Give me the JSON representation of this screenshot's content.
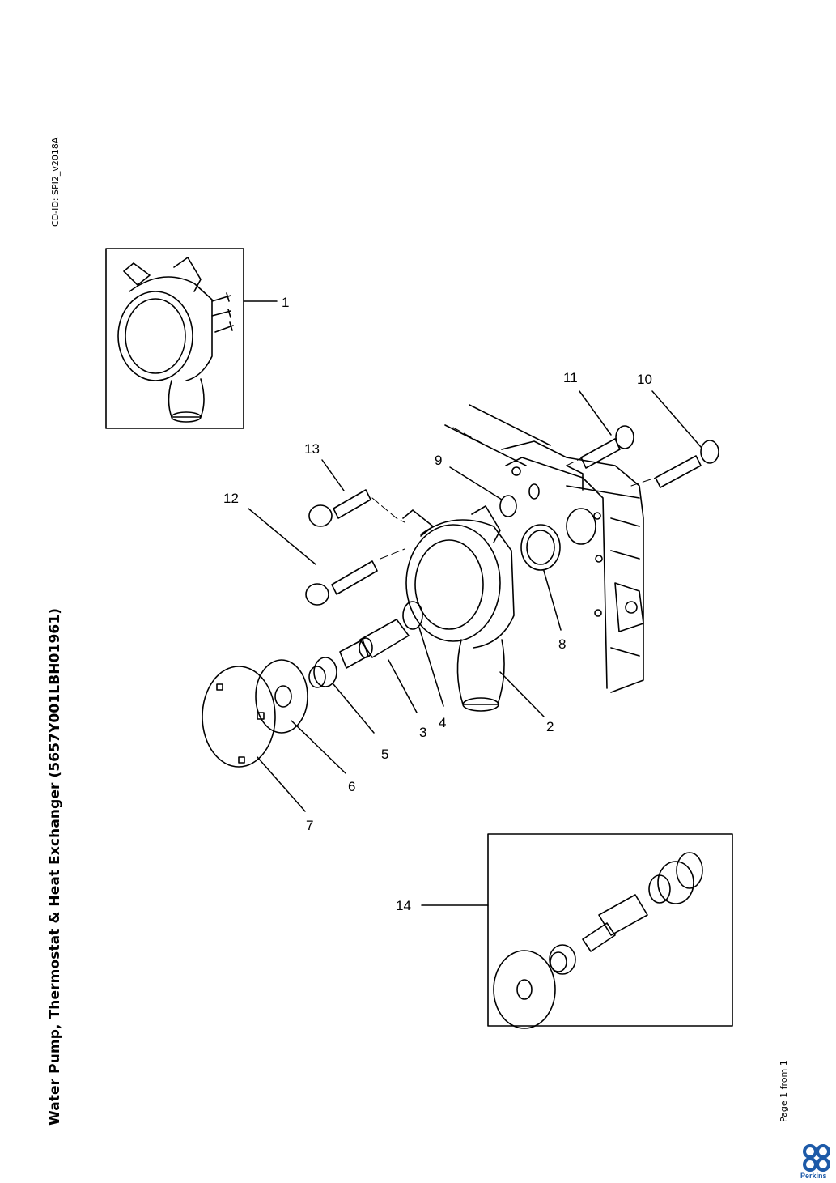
{
  "header": {
    "title": "Water Pump, Thermostat & Heat Exchanger (5657Y001LBH01961)",
    "cd_id": "CD-ID: SPI2_v2018A"
  },
  "footer": {
    "page": "Page 1 from 1",
    "brand": "Perkins"
  },
  "callouts": {
    "c1": "1",
    "c2": "2",
    "c3": "3",
    "c4": "4",
    "c5": "5",
    "c6": "6",
    "c7": "7",
    "c8": "8",
    "c9": "9",
    "c10": "10",
    "c11": "11",
    "c12": "12",
    "c13": "13",
    "c14": "14"
  },
  "colors": {
    "line": "#000000",
    "brand": "#1d5aa8"
  }
}
